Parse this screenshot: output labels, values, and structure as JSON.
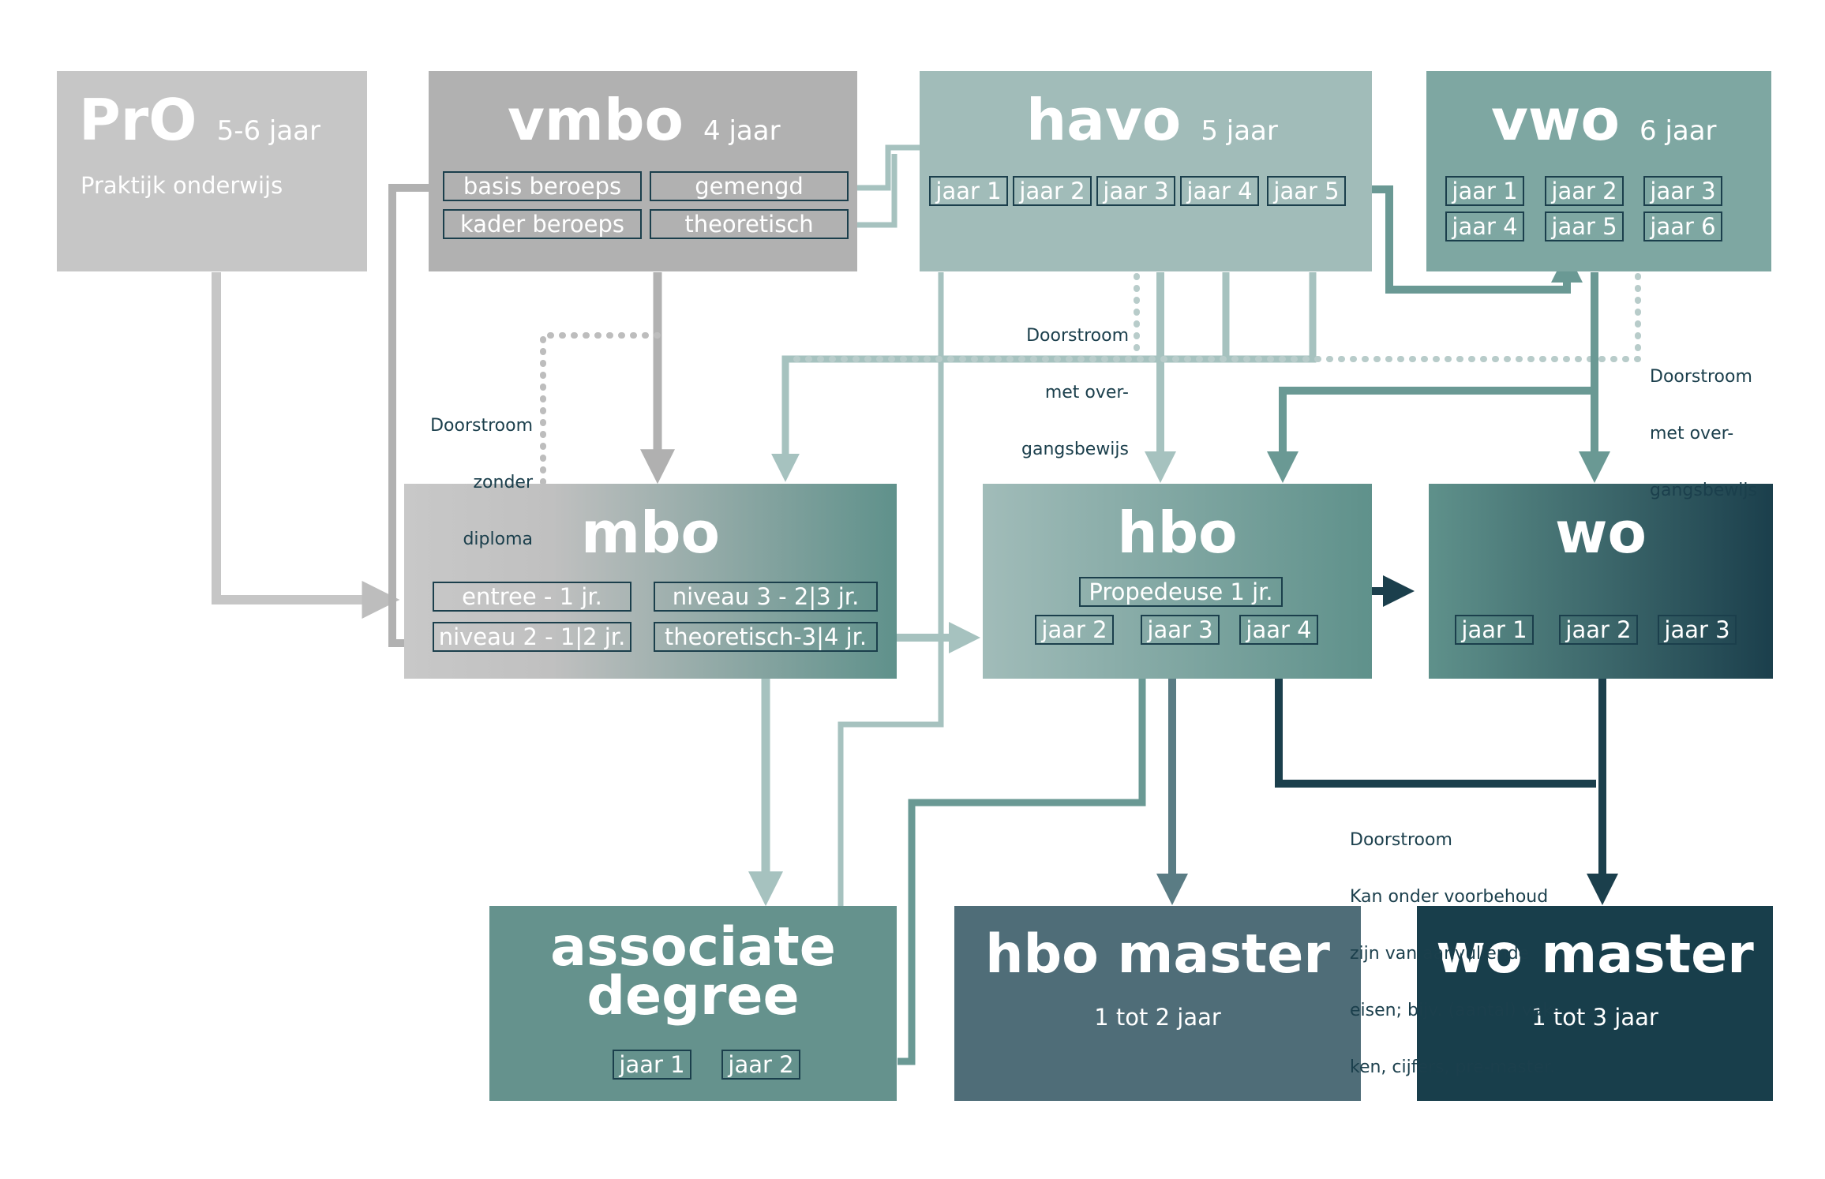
{
  "pro": {
    "title": "PrO",
    "duration": "5-6 jaar",
    "subtitle": "Praktijk onderwijs"
  },
  "vmbo": {
    "title": "vmbo",
    "duration": "4 jaar",
    "tracks": [
      "basis beroeps",
      "gemengd",
      "kader beroeps",
      "theoretisch"
    ]
  },
  "havo": {
    "title": "havo",
    "duration": "5 jaar",
    "years": [
      "jaar 1",
      "jaar 2",
      "jaar 3",
      "jaar 4",
      "jaar 5"
    ]
  },
  "vwo": {
    "title": "vwo",
    "duration": "6 jaar",
    "years": [
      "jaar 1",
      "jaar 2",
      "jaar 3",
      "jaar 4",
      "jaar 5",
      "jaar 6"
    ]
  },
  "mbo": {
    "title": "mbo",
    "levels": [
      "entree - 1 jr.",
      "niveau 3 - 2|3 jr.",
      "niveau 2 - 1|2 jr.",
      "theoretisch-3|4 jr."
    ]
  },
  "hbo": {
    "title": "hbo",
    "propedeuse": "Propedeuse 1 jr.",
    "years": [
      "jaar 2",
      "jaar 3",
      "jaar 4"
    ]
  },
  "wo": {
    "title": "wo",
    "years": [
      "jaar 1",
      "jaar 2",
      "jaar 3"
    ]
  },
  "associate_degree": {
    "title_line1": "associate",
    "title_line2": "degree",
    "years": [
      "jaar 1",
      "jaar 2"
    ]
  },
  "hbo_master": {
    "title": "hbo master",
    "duration": "1 tot 2 jaar"
  },
  "wo_master": {
    "title": "wo master",
    "duration": "1 tot 3 jaar"
  },
  "notes": {
    "zonder_diploma": [
      "Doorstroom",
      "zonder",
      "diploma"
    ],
    "havo_overgang": [
      "Doorstroom",
      "met over-",
      "gangsbewijs"
    ],
    "vwo_overgang": [
      "Doorstroom",
      "met over-",
      "gangsbewijs"
    ],
    "master": [
      "Doorstroom",
      "Kan onder voorbehoud",
      "zijn van aanvullende",
      "eisen; bijv. (aantal) vak-",
      "ken, cijfers, pre-master."
    ]
  },
  "colors": {
    "pro": "#c6c6c6",
    "vmbo": "#b1b1b1",
    "havo": "#a1bcb9",
    "vwo": "#7ea7a2",
    "mbo_from": "#c8c8c8",
    "mbo_to": "#5f918b",
    "hbo_from": "#a1bcb9",
    "hbo_to": "#5f918b",
    "wo_from": "#5f918b",
    "wo_to": "#1b3f4c",
    "associate_degree": "#65928d",
    "hbo_master": "#4f6d78",
    "wo_master": "#183e4b",
    "border": "#1b3f4c"
  }
}
